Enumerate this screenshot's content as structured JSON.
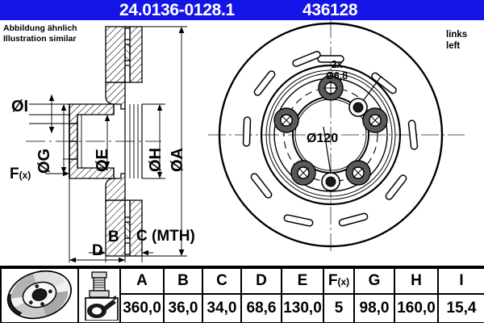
{
  "header": {
    "part_number": "24.0136-0128.1",
    "reference_number": "436128",
    "bar_color": "#1414e6",
    "text_color": "#ffffff"
  },
  "notes": {
    "illustration_de": "Abbildung ähnlich",
    "illustration_en": "Illustration similar",
    "side_de": "links",
    "side_en": "left"
  },
  "section_view": {
    "labels": {
      "diameter_i": "ØI",
      "diameter_g": "ØG",
      "diameter_e": "ØE",
      "diameter_h": "ØH",
      "diameter_a": "ØA",
      "holes_fx": "F",
      "holes_fx_sub": "(x)",
      "thickness_b": "B",
      "thickness_c": "C (MTH)",
      "depth_d": "D"
    }
  },
  "face_view": {
    "annotation_holes_count": "2x",
    "annotation_holes_dia": "Ø6,8",
    "annotation_center_dia": "Ø120",
    "bolt_hole_count": 5,
    "small_hole_count": 2,
    "slot_count": 10
  },
  "table": {
    "icons": {
      "product": "brake-disc-photo",
      "bolt": "bolt-icon",
      "torque": "torque-wrench-icon"
    },
    "headers": [
      "A",
      "B",
      "C",
      "D",
      "E",
      "F",
      "G",
      "H",
      "I"
    ],
    "header_f_sub": "(x)",
    "values": [
      "360,0",
      "36,0",
      "34,0",
      "68,6",
      "130,0",
      "5",
      "98,0",
      "160,0",
      "15,4"
    ]
  }
}
